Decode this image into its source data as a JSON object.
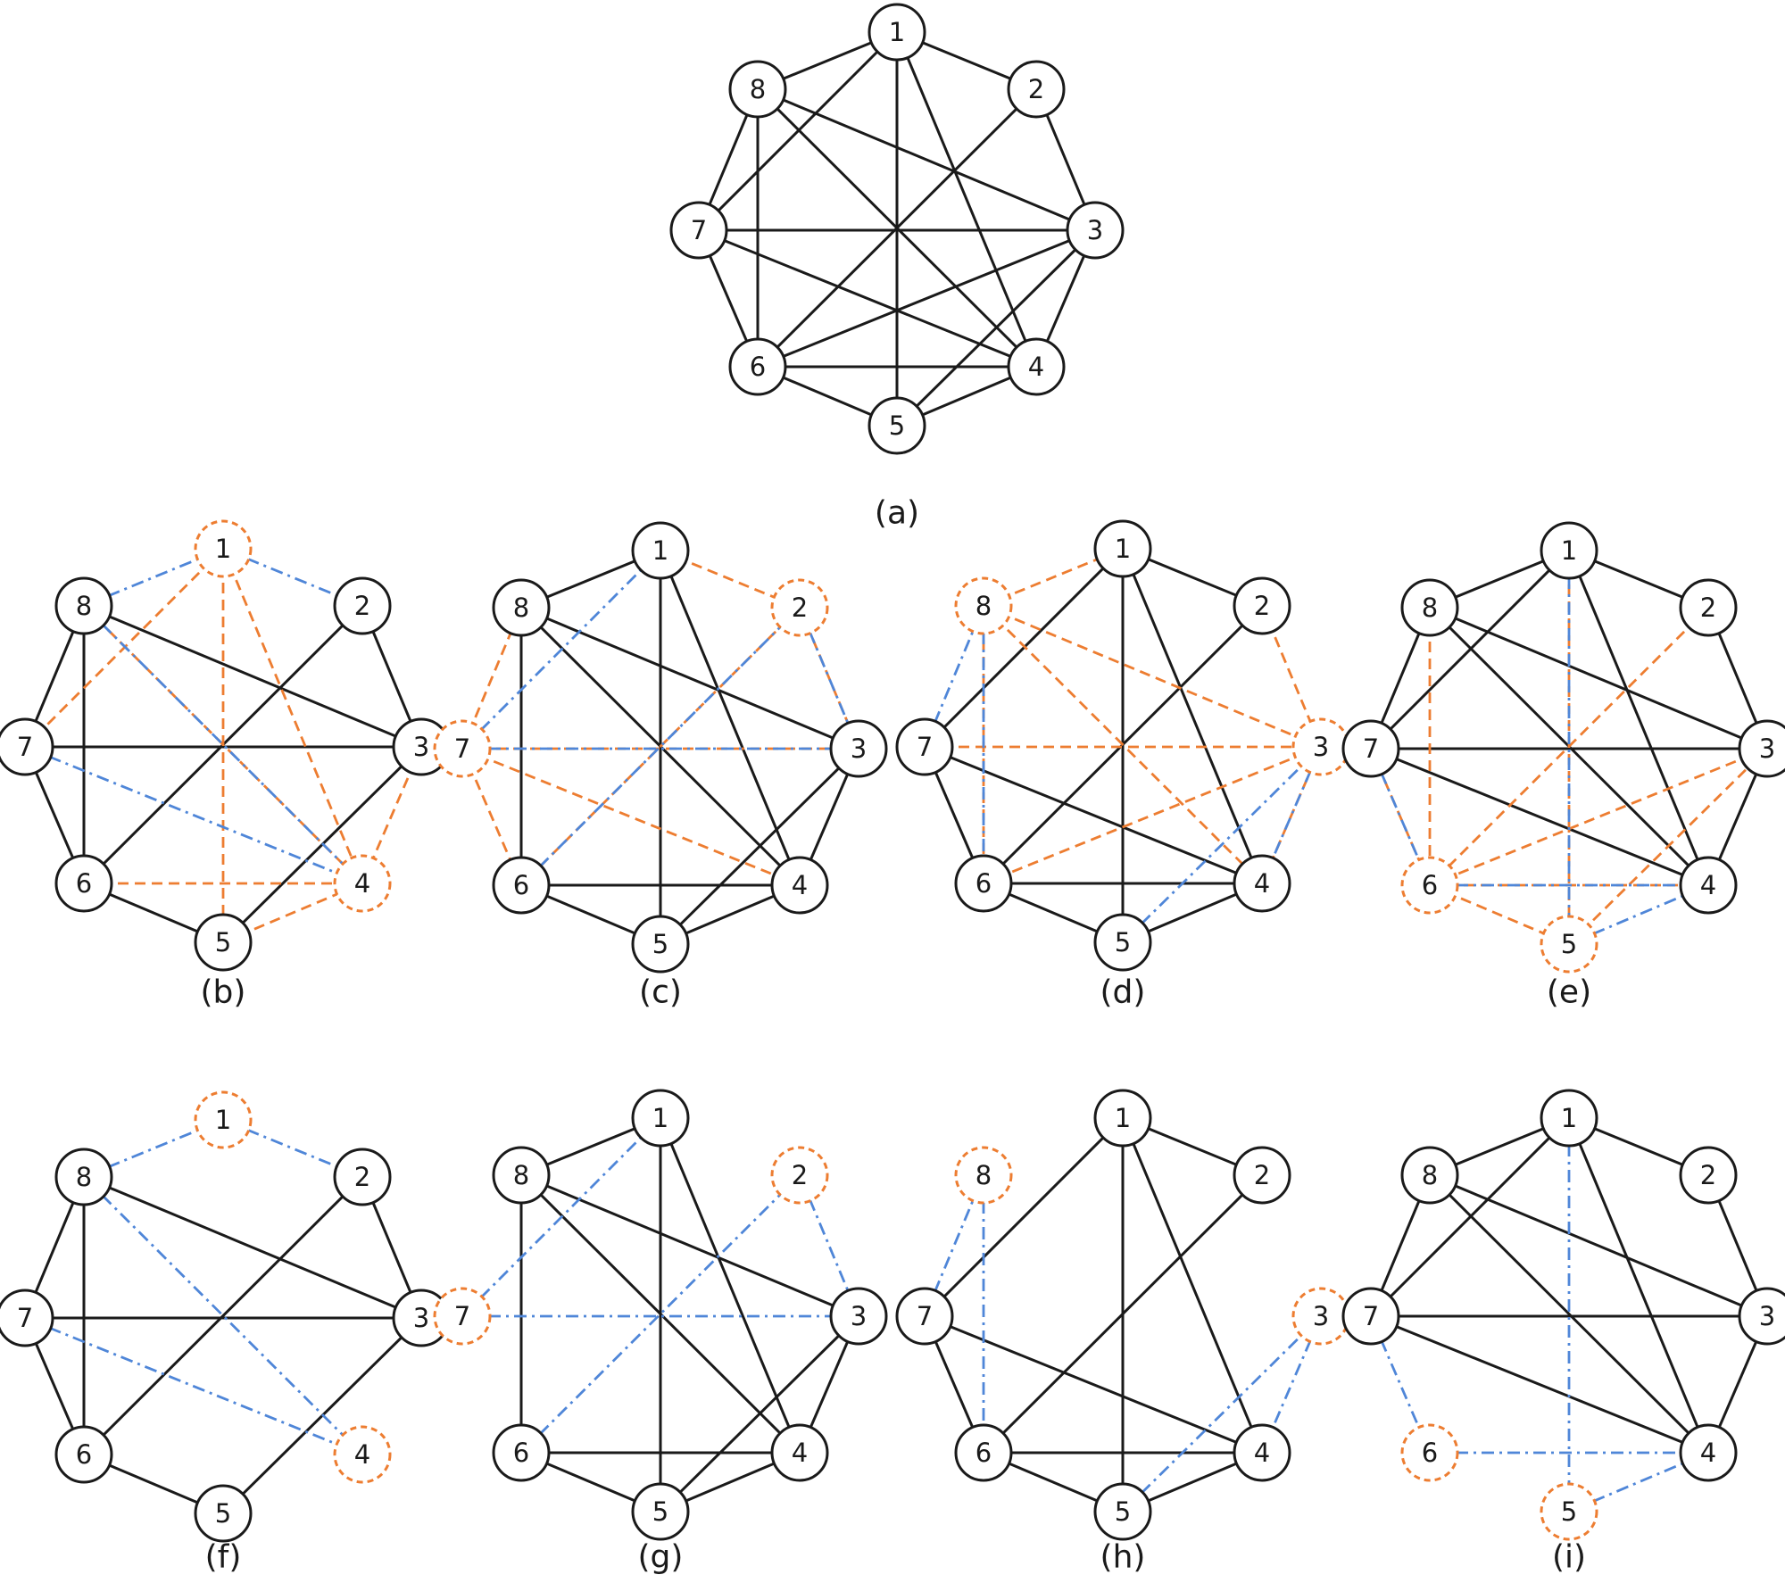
{
  "diagram": {
    "colors": {
      "solid": "#1a1a1a",
      "removed_edge": "#ed7d31",
      "added_edge": "#4f86d8",
      "removed_node": "#ed7d31"
    },
    "node_ids": [
      "1",
      "2",
      "3",
      "4",
      "5",
      "6",
      "7",
      "8"
    ],
    "panels": [
      {
        "id": "a",
        "label": "(a)",
        "removed_nodes": [],
        "solid": [
          [
            1,
            8
          ],
          [
            1,
            5
          ],
          [
            1,
            4
          ],
          [
            1,
            7
          ],
          [
            1,
            2
          ],
          [
            2,
            3
          ],
          [
            2,
            6
          ],
          [
            8,
            7
          ],
          [
            8,
            6
          ],
          [
            8,
            3
          ],
          [
            8,
            4
          ],
          [
            7,
            6
          ],
          [
            7,
            3
          ],
          [
            7,
            4
          ],
          [
            6,
            5
          ],
          [
            6,
            4
          ],
          [
            3,
            4
          ],
          [
            3,
            6
          ],
          [
            5,
            4
          ],
          [
            5,
            3
          ]
        ],
        "orange": [],
        "blue": []
      },
      {
        "id": "b",
        "label": "(b)",
        "removed_nodes": [
          1,
          4
        ],
        "solid": [
          [
            8,
            7
          ],
          [
            8,
            6
          ],
          [
            8,
            3
          ],
          [
            2,
            3
          ],
          [
            2,
            6
          ],
          [
            7,
            6
          ],
          [
            7,
            3
          ],
          [
            6,
            5
          ],
          [
            5,
            3
          ]
        ],
        "orange": [
          [
            1,
            7
          ],
          [
            1,
            5
          ],
          [
            1,
            4
          ],
          [
            8,
            4
          ],
          [
            6,
            4
          ],
          [
            3,
            4
          ],
          [
            5,
            4
          ]
        ],
        "blue": [
          [
            8,
            1
          ],
          [
            1,
            2
          ],
          [
            8,
            4
          ],
          [
            7,
            4
          ]
        ]
      },
      {
        "id": "c",
        "label": "(c)",
        "removed_nodes": [
          2,
          7
        ],
        "solid": [
          [
            8,
            1
          ],
          [
            8,
            6
          ],
          [
            8,
            3
          ],
          [
            8,
            4
          ],
          [
            1,
            5
          ],
          [
            1,
            4
          ],
          [
            6,
            5
          ],
          [
            6,
            4
          ],
          [
            5,
            4
          ],
          [
            3,
            4
          ],
          [
            3,
            5
          ]
        ],
        "orange": [
          [
            1,
            2
          ],
          [
            2,
            3
          ],
          [
            7,
            8
          ],
          [
            7,
            6
          ],
          [
            7,
            4
          ],
          [
            7,
            3
          ],
          [
            2,
            6
          ]
        ],
        "blue": [
          [
            7,
            1
          ],
          [
            7,
            3
          ],
          [
            6,
            2
          ],
          [
            2,
            3
          ]
        ]
      },
      {
        "id": "d",
        "label": "(d)",
        "removed_nodes": [
          3,
          8
        ],
        "solid": [
          [
            1,
            7
          ],
          [
            1,
            2
          ],
          [
            1,
            5
          ],
          [
            1,
            4
          ],
          [
            2,
            6
          ],
          [
            7,
            6
          ],
          [
            7,
            4
          ],
          [
            6,
            5
          ],
          [
            6,
            4
          ],
          [
            5,
            4
          ]
        ],
        "orange": [
          [
            8,
            1
          ],
          [
            8,
            4
          ],
          [
            8,
            3
          ],
          [
            2,
            3
          ],
          [
            7,
            3
          ],
          [
            3,
            4
          ],
          [
            3,
            6
          ],
          [
            8,
            6
          ]
        ],
        "blue": [
          [
            7,
            8
          ],
          [
            8,
            6
          ],
          [
            5,
            3
          ],
          [
            3,
            4
          ]
        ]
      },
      {
        "id": "e",
        "label": "(e)",
        "removed_nodes": [
          5,
          6
        ],
        "solid": [
          [
            1,
            8
          ],
          [
            1,
            7
          ],
          [
            1,
            2
          ],
          [
            1,
            4
          ],
          [
            2,
            3
          ],
          [
            8,
            7
          ],
          [
            8,
            3
          ],
          [
            8,
            4
          ],
          [
            7,
            3
          ],
          [
            7,
            4
          ],
          [
            3,
            4
          ]
        ],
        "orange": [
          [
            8,
            6
          ],
          [
            2,
            6
          ],
          [
            7,
            6
          ],
          [
            6,
            5
          ],
          [
            6,
            4
          ],
          [
            3,
            6
          ],
          [
            5,
            3
          ],
          [
            1,
            5
          ]
        ],
        "blue": [
          [
            7,
            6
          ],
          [
            6,
            4
          ],
          [
            1,
            5
          ],
          [
            5,
            4
          ]
        ]
      },
      {
        "id": "f",
        "label": "(f)",
        "removed_nodes": [
          1,
          4
        ],
        "solid": [
          [
            8,
            7
          ],
          [
            8,
            6
          ],
          [
            8,
            3
          ],
          [
            2,
            3
          ],
          [
            2,
            6
          ],
          [
            7,
            6
          ],
          [
            7,
            3
          ],
          [
            6,
            5
          ],
          [
            5,
            3
          ]
        ],
        "orange": [],
        "blue": [
          [
            8,
            1
          ],
          [
            1,
            2
          ],
          [
            8,
            4
          ],
          [
            7,
            4
          ]
        ]
      },
      {
        "id": "g",
        "label": "(g)",
        "removed_nodes": [
          2,
          7
        ],
        "solid": [
          [
            8,
            1
          ],
          [
            8,
            6
          ],
          [
            8,
            3
          ],
          [
            8,
            4
          ],
          [
            1,
            5
          ],
          [
            1,
            4
          ],
          [
            6,
            5
          ],
          [
            6,
            4
          ],
          [
            5,
            4
          ],
          [
            3,
            4
          ],
          [
            3,
            5
          ]
        ],
        "orange": [],
        "blue": [
          [
            7,
            1
          ],
          [
            7,
            3
          ],
          [
            6,
            2
          ],
          [
            2,
            3
          ]
        ]
      },
      {
        "id": "h",
        "label": "(h)",
        "removed_nodes": [
          3,
          8
        ],
        "solid": [
          [
            1,
            7
          ],
          [
            1,
            2
          ],
          [
            1,
            5
          ],
          [
            1,
            4
          ],
          [
            2,
            6
          ],
          [
            7,
            6
          ],
          [
            7,
            4
          ],
          [
            6,
            5
          ],
          [
            6,
            4
          ],
          [
            5,
            4
          ]
        ],
        "orange": [],
        "blue": [
          [
            7,
            8
          ],
          [
            8,
            6
          ],
          [
            5,
            3
          ],
          [
            3,
            4
          ]
        ]
      },
      {
        "id": "i",
        "label": "(i)",
        "removed_nodes": [
          5,
          6
        ],
        "solid": [
          [
            1,
            8
          ],
          [
            1,
            7
          ],
          [
            1,
            2
          ],
          [
            1,
            4
          ],
          [
            2,
            3
          ],
          [
            8,
            7
          ],
          [
            8,
            3
          ],
          [
            8,
            4
          ],
          [
            7,
            3
          ],
          [
            7,
            4
          ],
          [
            3,
            4
          ]
        ],
        "orange": [],
        "blue": [
          [
            7,
            6
          ],
          [
            6,
            4
          ],
          [
            1,
            5
          ],
          [
            5,
            4
          ]
        ]
      }
    ]
  }
}
